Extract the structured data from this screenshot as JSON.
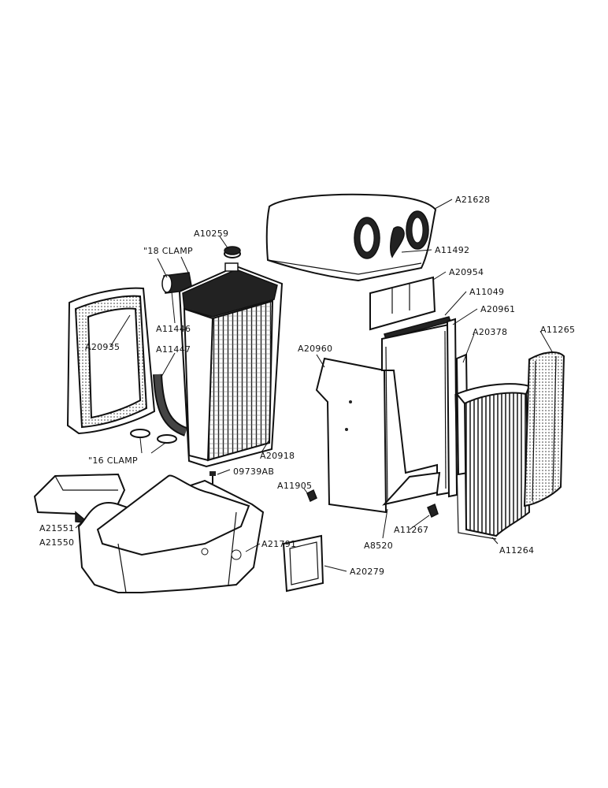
{
  "labels": {
    "a21628": "A21628",
    "a11492": "A11492",
    "a20954": "A20954",
    "a11049": "A11049",
    "a20961": "A20961",
    "a20378": "A20378",
    "a11265": "A11265",
    "a20960": "A20960",
    "a10259": "A10259",
    "clamp18": "\"18 CLAMP",
    "a11446": "A11446",
    "a11447": "A11447",
    "a20935": "A20935",
    "clamp16": "\"16 CLAMP",
    "a20918": "A20918",
    "b09739ab": "09739AB",
    "a11905": "A11905",
    "a11267": "A11267",
    "a8520": "A8520",
    "a11264": "A11264",
    "a21551": "A21551",
    "a21550": "A21550",
    "a21791": "A21791",
    "a20279": "A20279"
  }
}
